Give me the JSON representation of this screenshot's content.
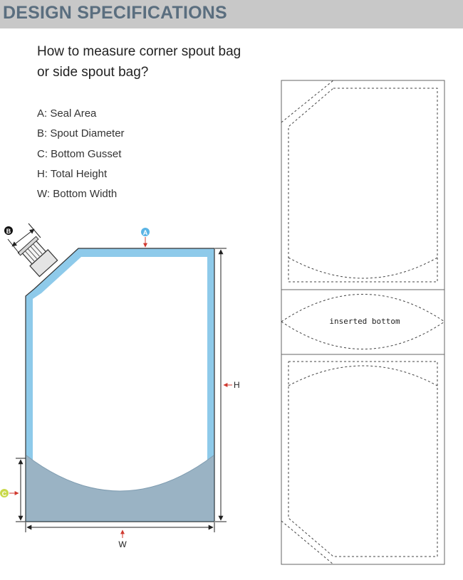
{
  "header": {
    "title": "DESIGN SPECIFICATIONS"
  },
  "intro": {
    "question": "How to measure corner spout bag or side spout bag?"
  },
  "legend": [
    {
      "key": "A",
      "label": "A: Seal Area"
    },
    {
      "key": "B",
      "label": "B: Spout Diameter"
    },
    {
      "key": "C",
      "label": "C: Bottom Gusset"
    },
    {
      "key": "H",
      "label": "H: Total Height"
    },
    {
      "key": "W",
      "label": "W: Bottom Width"
    }
  ],
  "markers": {
    "a": "A",
    "b": "B",
    "c": "C",
    "h": "H",
    "w": "W"
  },
  "panel": {
    "middle_label": "inserted bottom"
  },
  "colors": {
    "seal": "#8ecaea",
    "gusset": "#9ab3c4",
    "marker_a": "#5bb4e5",
    "marker_b": "#111111",
    "marker_c": "#c9d94a",
    "arrow_red": "#d0392f",
    "banner": "#c8c8c8",
    "banner_text": "#5a6e7f"
  }
}
